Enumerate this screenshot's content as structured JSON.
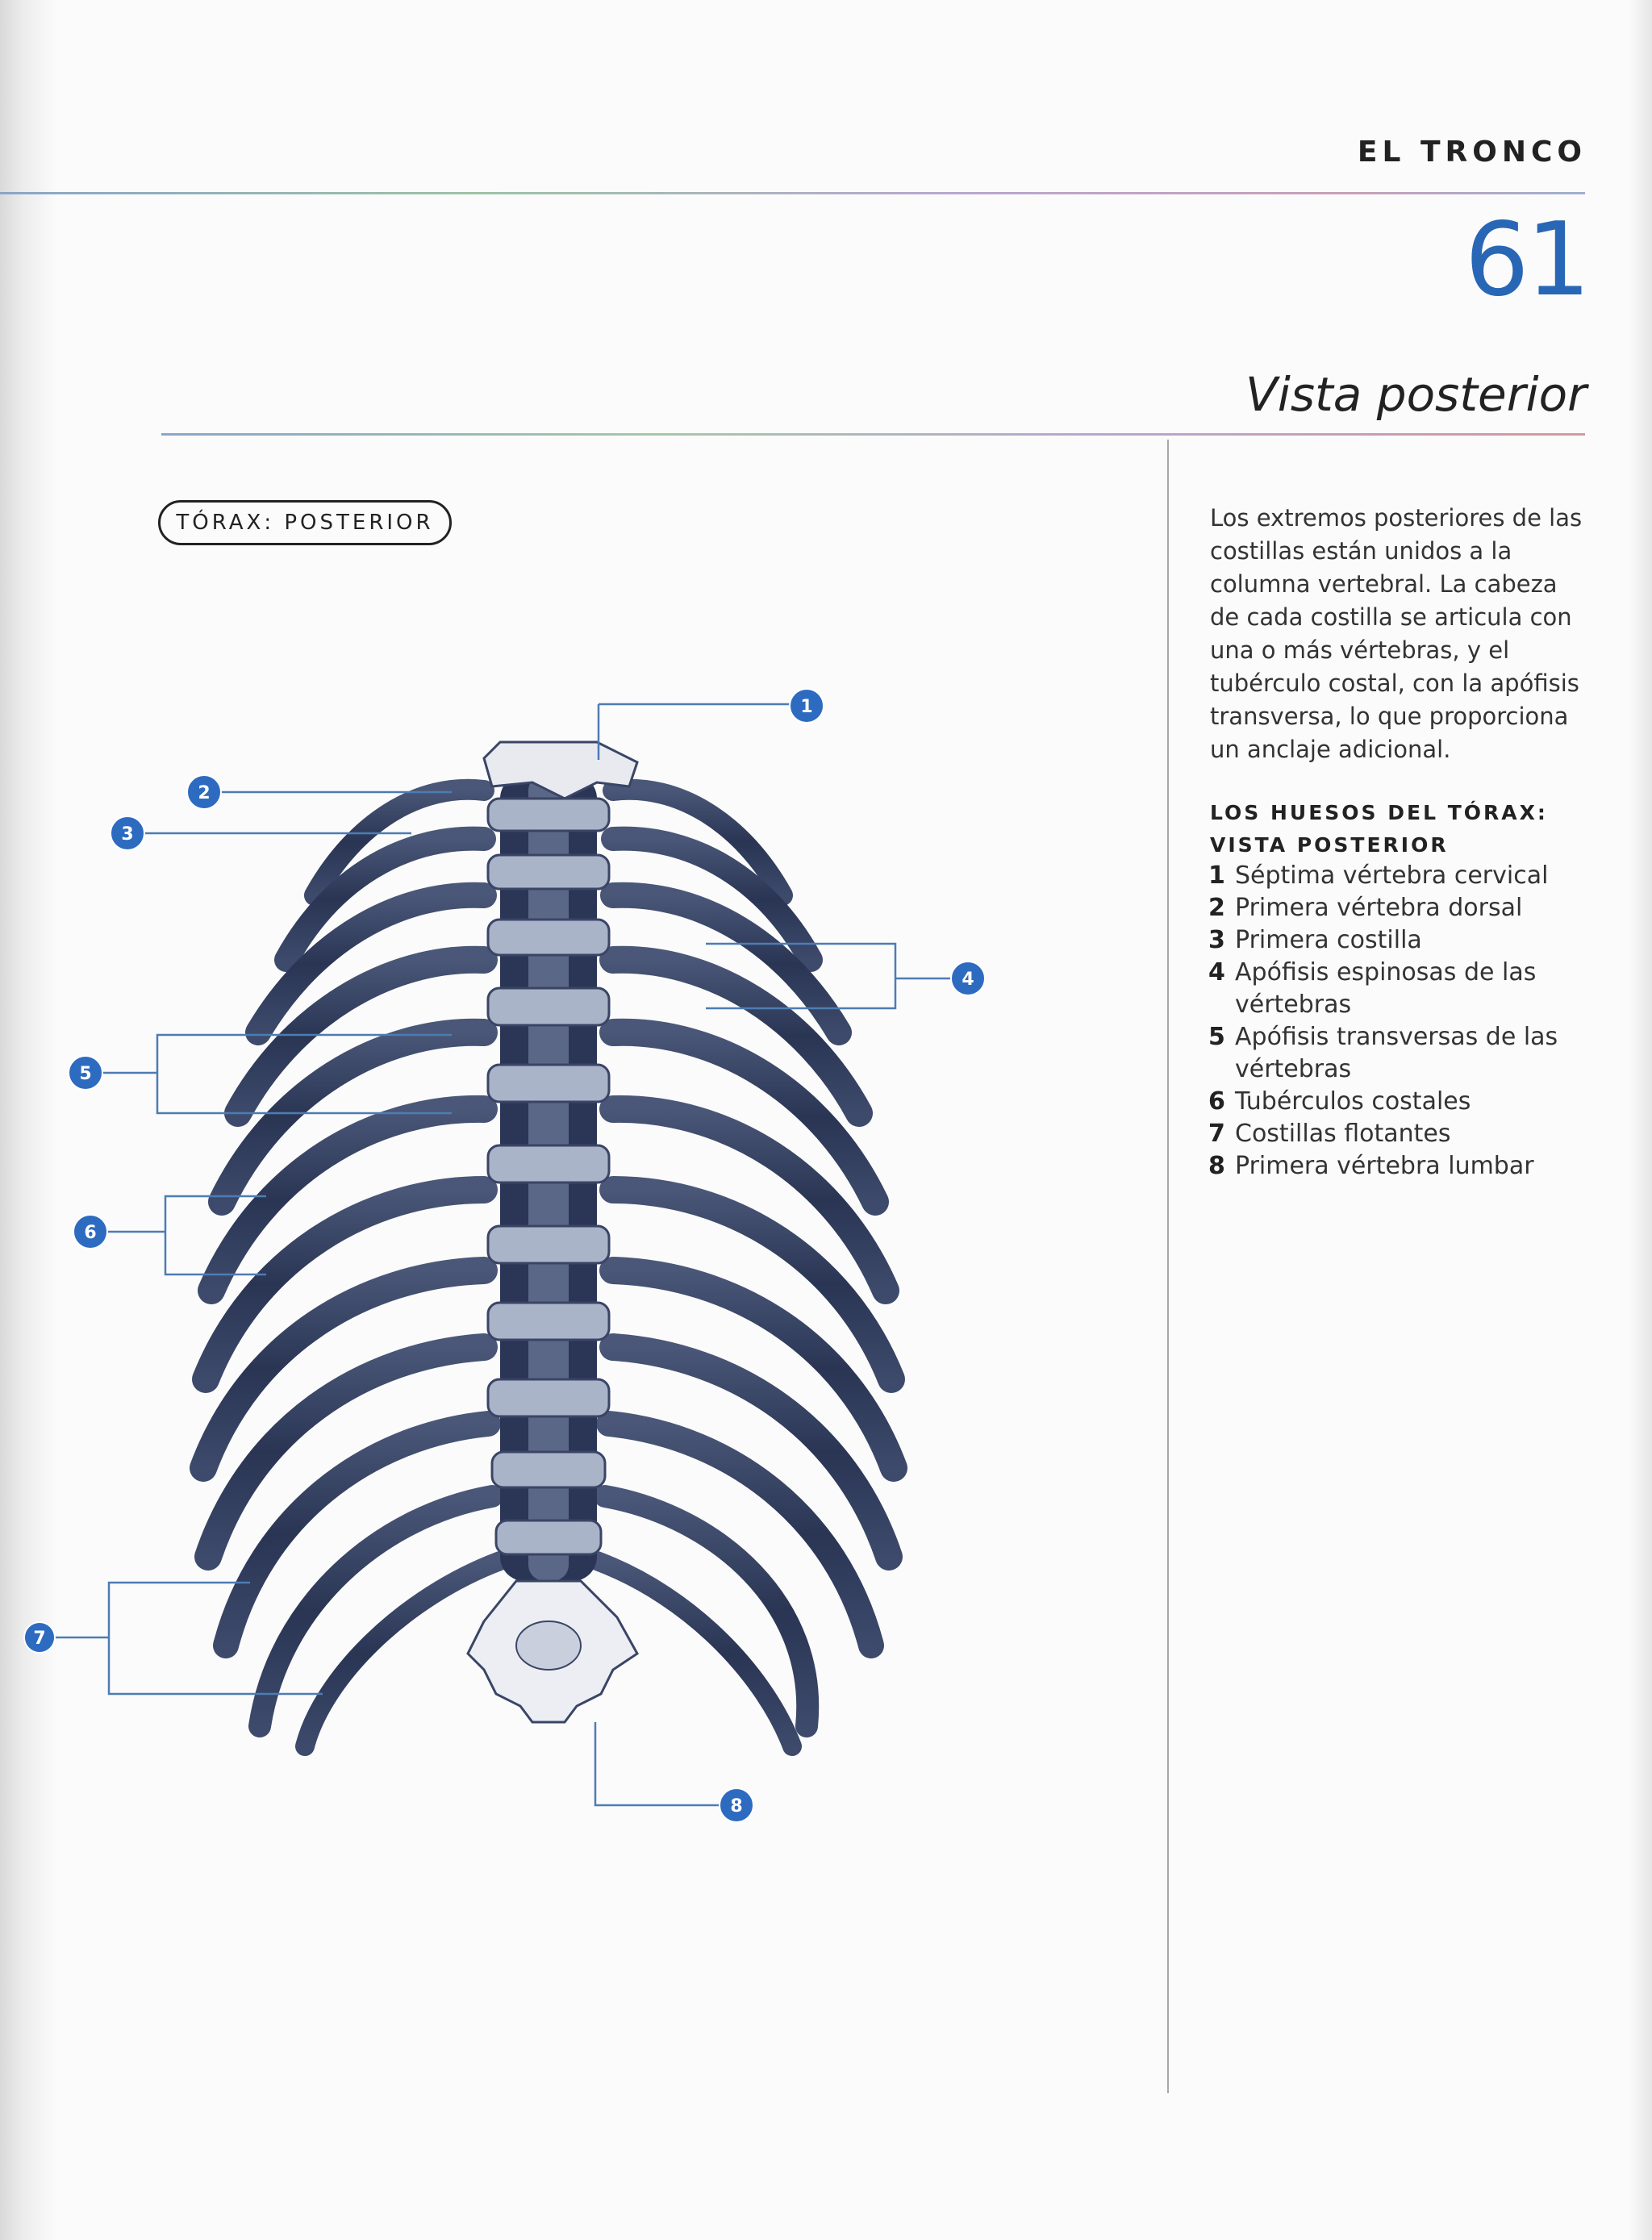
{
  "header": {
    "section": "EL TRONCO",
    "page_number": "61",
    "subtitle": "Vista posterior"
  },
  "figure": {
    "badge": "TÓRAX: POSTERIOR",
    "callouts": [
      "1",
      "2",
      "3",
      "4",
      "5",
      "6",
      "7",
      "8"
    ]
  },
  "sidebar": {
    "intro": "Los extremos posteriores de las costillas están unidos a la columna vertebral. La cabeza de cada costilla se articula con una o más vértebras, y el tubérculo costal, con la apófisis transversa, lo que proporciona un anclaje adicional.",
    "legend_title": "LOS HUESOS DEL TÓRAX: VISTA POSTERIOR",
    "legend": [
      {
        "num": "1",
        "text": "Séptima vértebra cervical"
      },
      {
        "num": "2",
        "text": "Primera vértebra dorsal"
      },
      {
        "num": "3",
        "text": "Primera costilla"
      },
      {
        "num": "4",
        "text": "Apófisis espinosas de las vértebras"
      },
      {
        "num": "5",
        "text": "Apófisis transversas de las vértebras"
      },
      {
        "num": "6",
        "text": "Tubérculos costales"
      },
      {
        "num": "7",
        "text": "Costillas flotantes"
      },
      {
        "num": "8",
        "text": "Primera vértebra lumbar"
      }
    ]
  },
  "colors": {
    "accent": "#2867b5",
    "callout": "#2d6bc0",
    "bone": "#2f3b5c"
  }
}
